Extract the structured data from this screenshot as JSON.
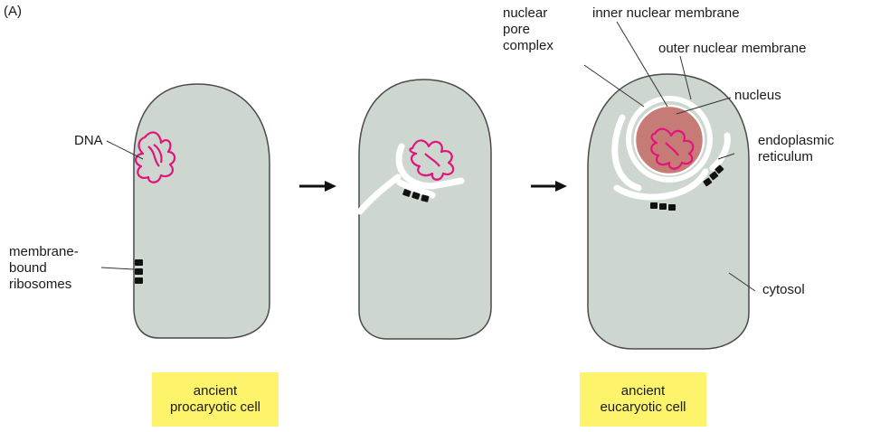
{
  "panel_label": "(A)",
  "colors": {
    "cell_fill": "#cdd7cf",
    "cell_stroke": "#4a4a4a",
    "dna": "#e0157c",
    "nucleus_fill": "#c77b76",
    "membrane": "#ffffff",
    "ribosome": "#111111",
    "caption_bg": "#fdf46b"
  },
  "labels": {
    "dna": "DNA",
    "ribosomes": "membrane-\nbound\nribosomes",
    "nuclear_pore_complex": "nuclear\npore\ncomplex",
    "inner_nuclear_membrane": "inner nuclear membrane",
    "outer_nuclear_membrane": "outer nuclear membrane",
    "nucleus": "nucleus",
    "endoplasmic_reticulum": "endoplasmic\nreticulum",
    "cytosol": "cytosol"
  },
  "captions": {
    "procaryotic": "ancient\nprocaryotic cell",
    "eucaryotic": "ancient\neucaryotic cell"
  }
}
